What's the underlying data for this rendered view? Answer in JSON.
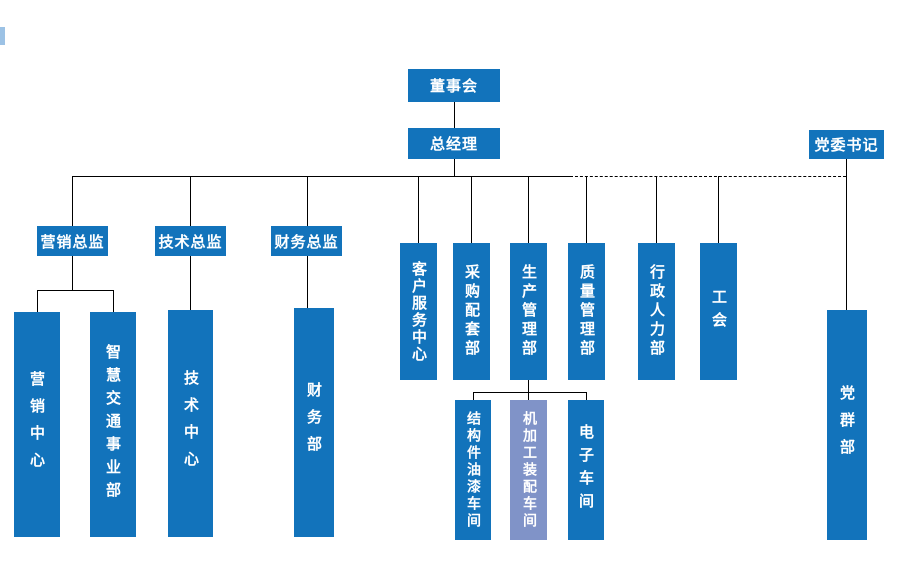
{
  "chart": {
    "type": "org-chart",
    "nodes": {
      "board": "董事会",
      "gm": "总经理",
      "party_secretary": "党委书记",
      "marketing_director": "营销总监",
      "tech_director": "技术总监",
      "finance_director": "财务总监",
      "customer_service": "客户服务中心",
      "procurement": "采购配套部",
      "production": "生产管理部",
      "quality": "质量管理部",
      "admin_hr": "行政人力部",
      "union": "工会",
      "marketing_center": "营销中心",
      "smart_transport": "智慧交通事业部",
      "tech_center": "技术中心",
      "finance_dept": "财务部",
      "structural_paint": "结构件油漆车间",
      "machining_assembly": "机加工装配车间",
      "electronics": "电子车间",
      "party_mass": "党群部"
    },
    "edges": [
      {
        "from": "board",
        "to": "gm",
        "style": "solid"
      },
      {
        "from": "gm",
        "to": "marketing_director",
        "style": "solid"
      },
      {
        "from": "gm",
        "to": "tech_director",
        "style": "solid"
      },
      {
        "from": "gm",
        "to": "finance_director",
        "style": "solid"
      },
      {
        "from": "gm",
        "to": "customer_service",
        "style": "solid"
      },
      {
        "from": "gm",
        "to": "procurement",
        "style": "solid"
      },
      {
        "from": "gm",
        "to": "production",
        "style": "solid"
      },
      {
        "from": "gm",
        "to": "quality",
        "style": "solid"
      },
      {
        "from": "gm",
        "to": "admin_hr",
        "style": "solid"
      },
      {
        "from": "gm",
        "to": "union",
        "style": "solid"
      },
      {
        "from": "gm",
        "to": "party_secretary",
        "style": "dashed"
      },
      {
        "from": "marketing_director",
        "to": "marketing_center",
        "style": "solid"
      },
      {
        "from": "marketing_director",
        "to": "smart_transport",
        "style": "solid"
      },
      {
        "from": "tech_director",
        "to": "tech_center",
        "style": "solid"
      },
      {
        "from": "finance_director",
        "to": "finance_dept",
        "style": "solid"
      },
      {
        "from": "production",
        "to": "structural_paint",
        "style": "solid"
      },
      {
        "from": "production",
        "to": "machining_assembly",
        "style": "solid"
      },
      {
        "from": "production",
        "to": "electronics",
        "style": "solid"
      },
      {
        "from": "party_secretary",
        "to": "party_mass",
        "style": "solid"
      }
    ],
    "colors": {
      "primary": "#1273BB",
      "highlight": "#8093C8",
      "line": "#000000",
      "text": "#FFFFFF"
    }
  }
}
